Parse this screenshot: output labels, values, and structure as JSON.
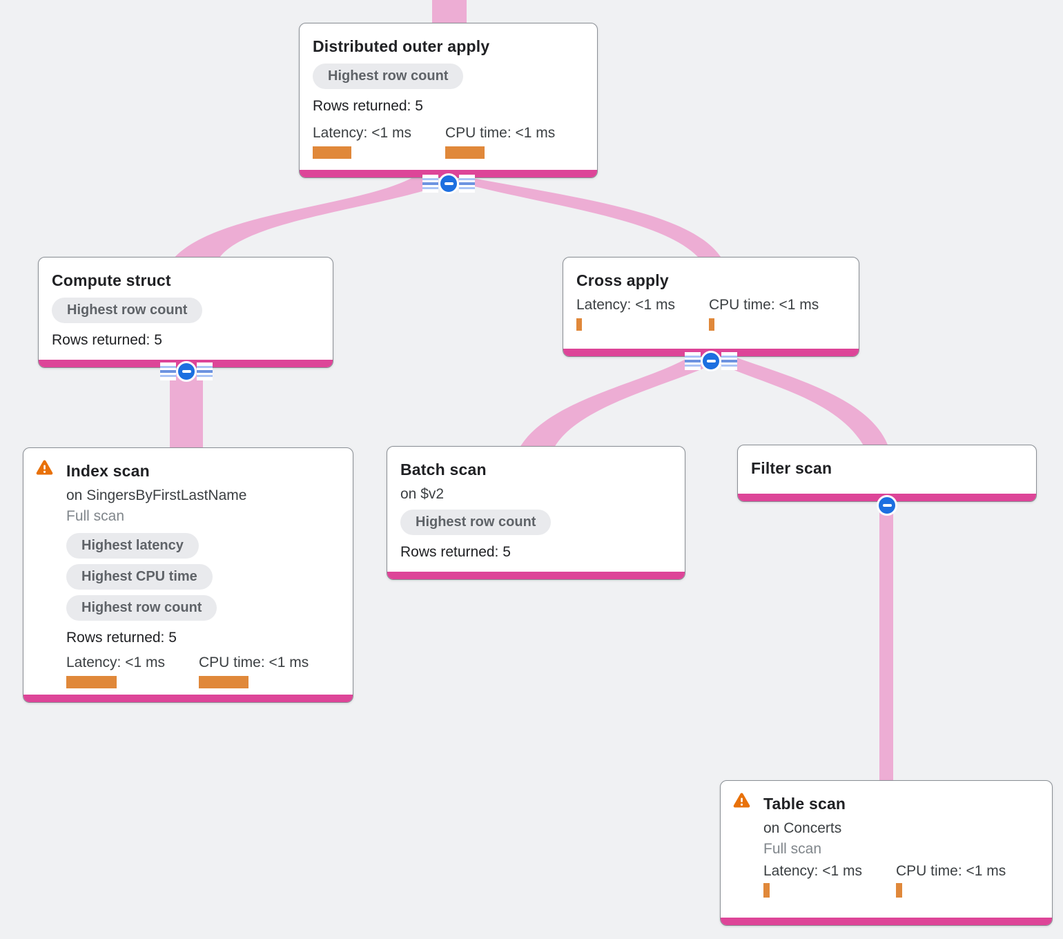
{
  "diagram": {
    "kind": "query-execution-plan-tree",
    "colors": {
      "background": "#f0f1f3",
      "node_fill": "#ffffff",
      "node_border": "#8a8f95",
      "node_footer_pink": "#dd4598",
      "link_ribbon_pink": "#edadd4",
      "badge_bg": "#e9eaed",
      "badge_text": "#5f6368",
      "metric_bar_orange": "#e0883a",
      "warning_orange": "#e8710a",
      "collapse_button_blue": "#1d6fe0"
    }
  },
  "nodes": [
    {
      "title": "Distributed outer apply",
      "badges": [
        "Highest row count"
      ],
      "rows_returned": "Rows returned: 5",
      "metrics": [
        {
          "label": "Latency: <1 ms"
        },
        {
          "label": "CPU time: <1 ms"
        }
      ]
    },
    {
      "title": "Compute struct",
      "badges": [
        "Highest row count"
      ],
      "rows_returned": "Rows returned: 5"
    },
    {
      "title": "Cross apply",
      "metrics": [
        {
          "label": "Latency: <1 ms"
        },
        {
          "label": "CPU time: <1 ms"
        }
      ]
    },
    {
      "title": "Index scan",
      "warning": true,
      "target": "on SingersByFirstLastName",
      "scan_type": "Full scan",
      "badges": [
        "Highest latency",
        "Highest CPU time",
        "Highest row count"
      ],
      "rows_returned": "Rows returned: 5",
      "metrics": [
        {
          "label": "Latency: <1 ms"
        },
        {
          "label": "CPU time: <1 ms"
        }
      ]
    },
    {
      "title": "Batch scan",
      "target": "on $v2",
      "badges": [
        "Highest row count"
      ],
      "rows_returned": "Rows returned: 5"
    },
    {
      "title": "Filter scan"
    },
    {
      "title": "Table scan",
      "warning": true,
      "target": "on Concerts",
      "scan_type": "Full scan",
      "metrics": [
        {
          "label": "Latency: <1 ms"
        },
        {
          "label": "CPU time: <1 ms"
        }
      ]
    }
  ]
}
